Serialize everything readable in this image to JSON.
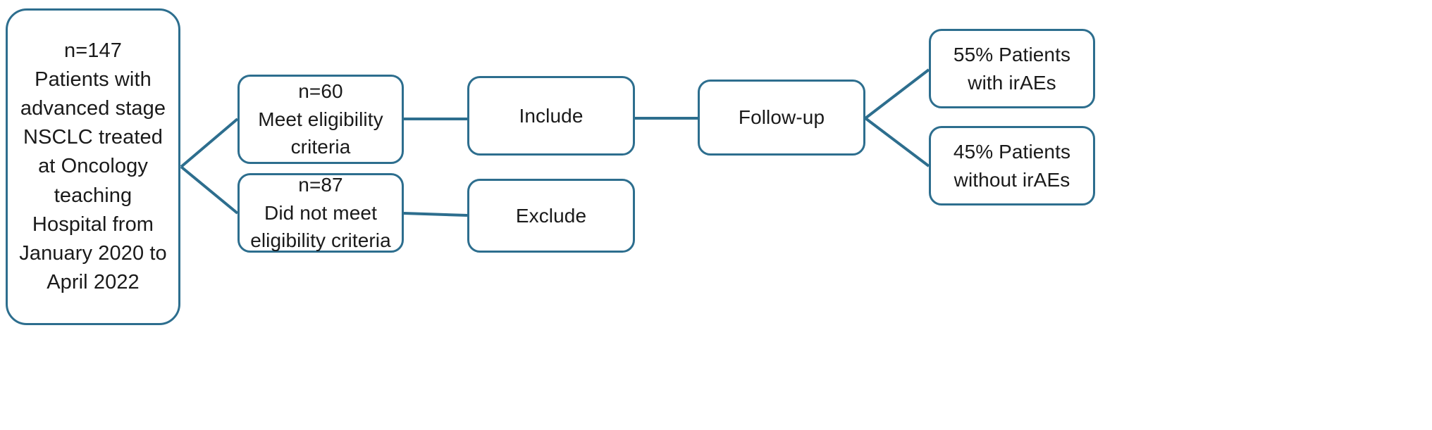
{
  "diagram": {
    "title": "Patient enrollment flow diagram",
    "type": "flowchart",
    "accent_color": "#2d6e8e",
    "background_color": "#ffffff",
    "text_color": "#1a1a1a",
    "nodes": [
      {
        "id": "cohort",
        "label": "n=147\nPatients with\nadvanced stage\nNSCLC treated\nat Oncology\nteaching\nHospital from\nJanuary 2020 to\nApril 2022",
        "count": 147
      },
      {
        "id": "eligible",
        "label": "n=60\nMeet eligibility\ncriteria",
        "count": 60
      },
      {
        "id": "not_eligible",
        "label": "n=87\nDid not meet\neligibility criteria",
        "count": 87
      },
      {
        "id": "include",
        "label": "Include"
      },
      {
        "id": "exclude",
        "label": "Exclude"
      },
      {
        "id": "followup",
        "label": "Follow-up"
      },
      {
        "id": "with_iraes",
        "label": "55% Patients\nwith irAEs",
        "percent": 55
      },
      {
        "id": "without_iraes",
        "label": "45% Patients\nwithout irAEs",
        "percent": 45
      }
    ],
    "edges": [
      {
        "from": "cohort",
        "to": "eligible"
      },
      {
        "from": "cohort",
        "to": "not_eligible"
      },
      {
        "from": "eligible",
        "to": "include"
      },
      {
        "from": "not_eligible",
        "to": "exclude"
      },
      {
        "from": "include",
        "to": "followup"
      },
      {
        "from": "followup",
        "to": "with_iraes"
      },
      {
        "from": "followup",
        "to": "without_iraes"
      }
    ]
  }
}
